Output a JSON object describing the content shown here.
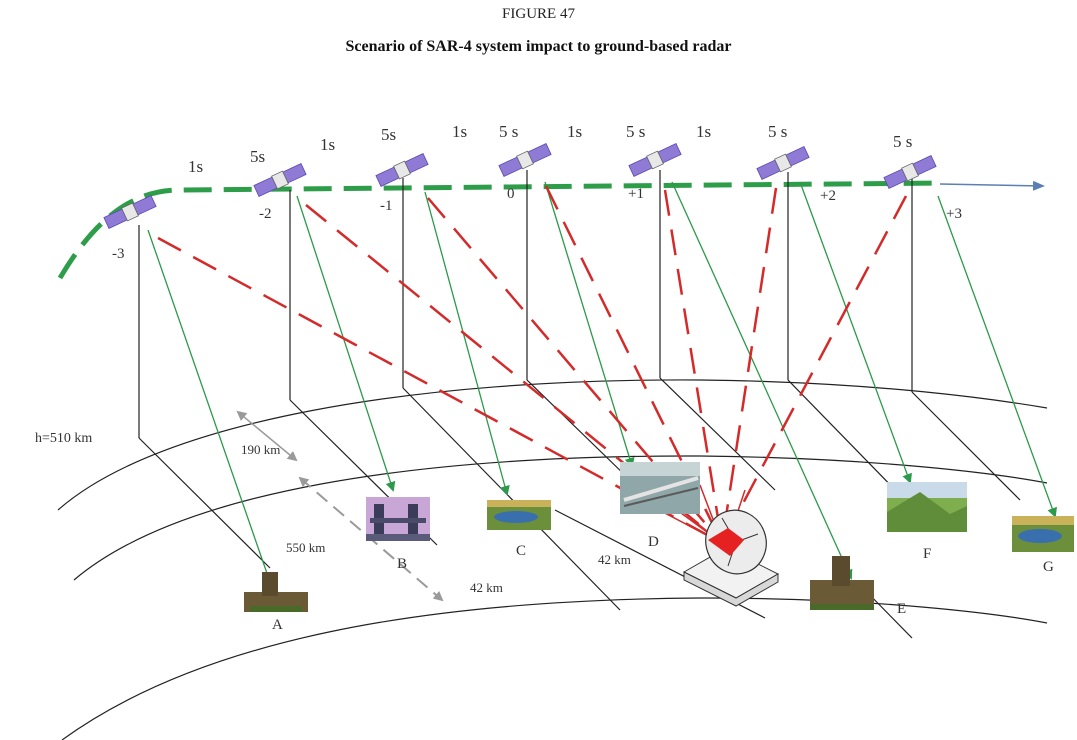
{
  "figure": {
    "number": "FIGURE 47",
    "title": "Scenario of SAR-4 system impact to ground-based radar"
  },
  "intervals": [
    "1s",
    "5s",
    "1s",
    "5s",
    "1s",
    "5 s",
    "1s",
    "5 s",
    "1s",
    "5 s",
    "5 s"
  ],
  "positions": [
    "-3",
    "-2",
    "-1",
    "0",
    "+1",
    "+2",
    "+3"
  ],
  "distances": {
    "altitude": "h=510 km",
    "d190": "190 km",
    "d550": "550 km",
    "d42a": "42 km",
    "d42b": "42 km"
  },
  "targets": [
    "A",
    "B",
    "C",
    "D",
    "E",
    "F",
    "G"
  ],
  "colors": {
    "orbit": "#2e9d4a",
    "beam": "#2b9a4a",
    "interference": "#d42a2a",
    "satellite": "#8f7ad6",
    "arrow": "#5a7fb5"
  }
}
